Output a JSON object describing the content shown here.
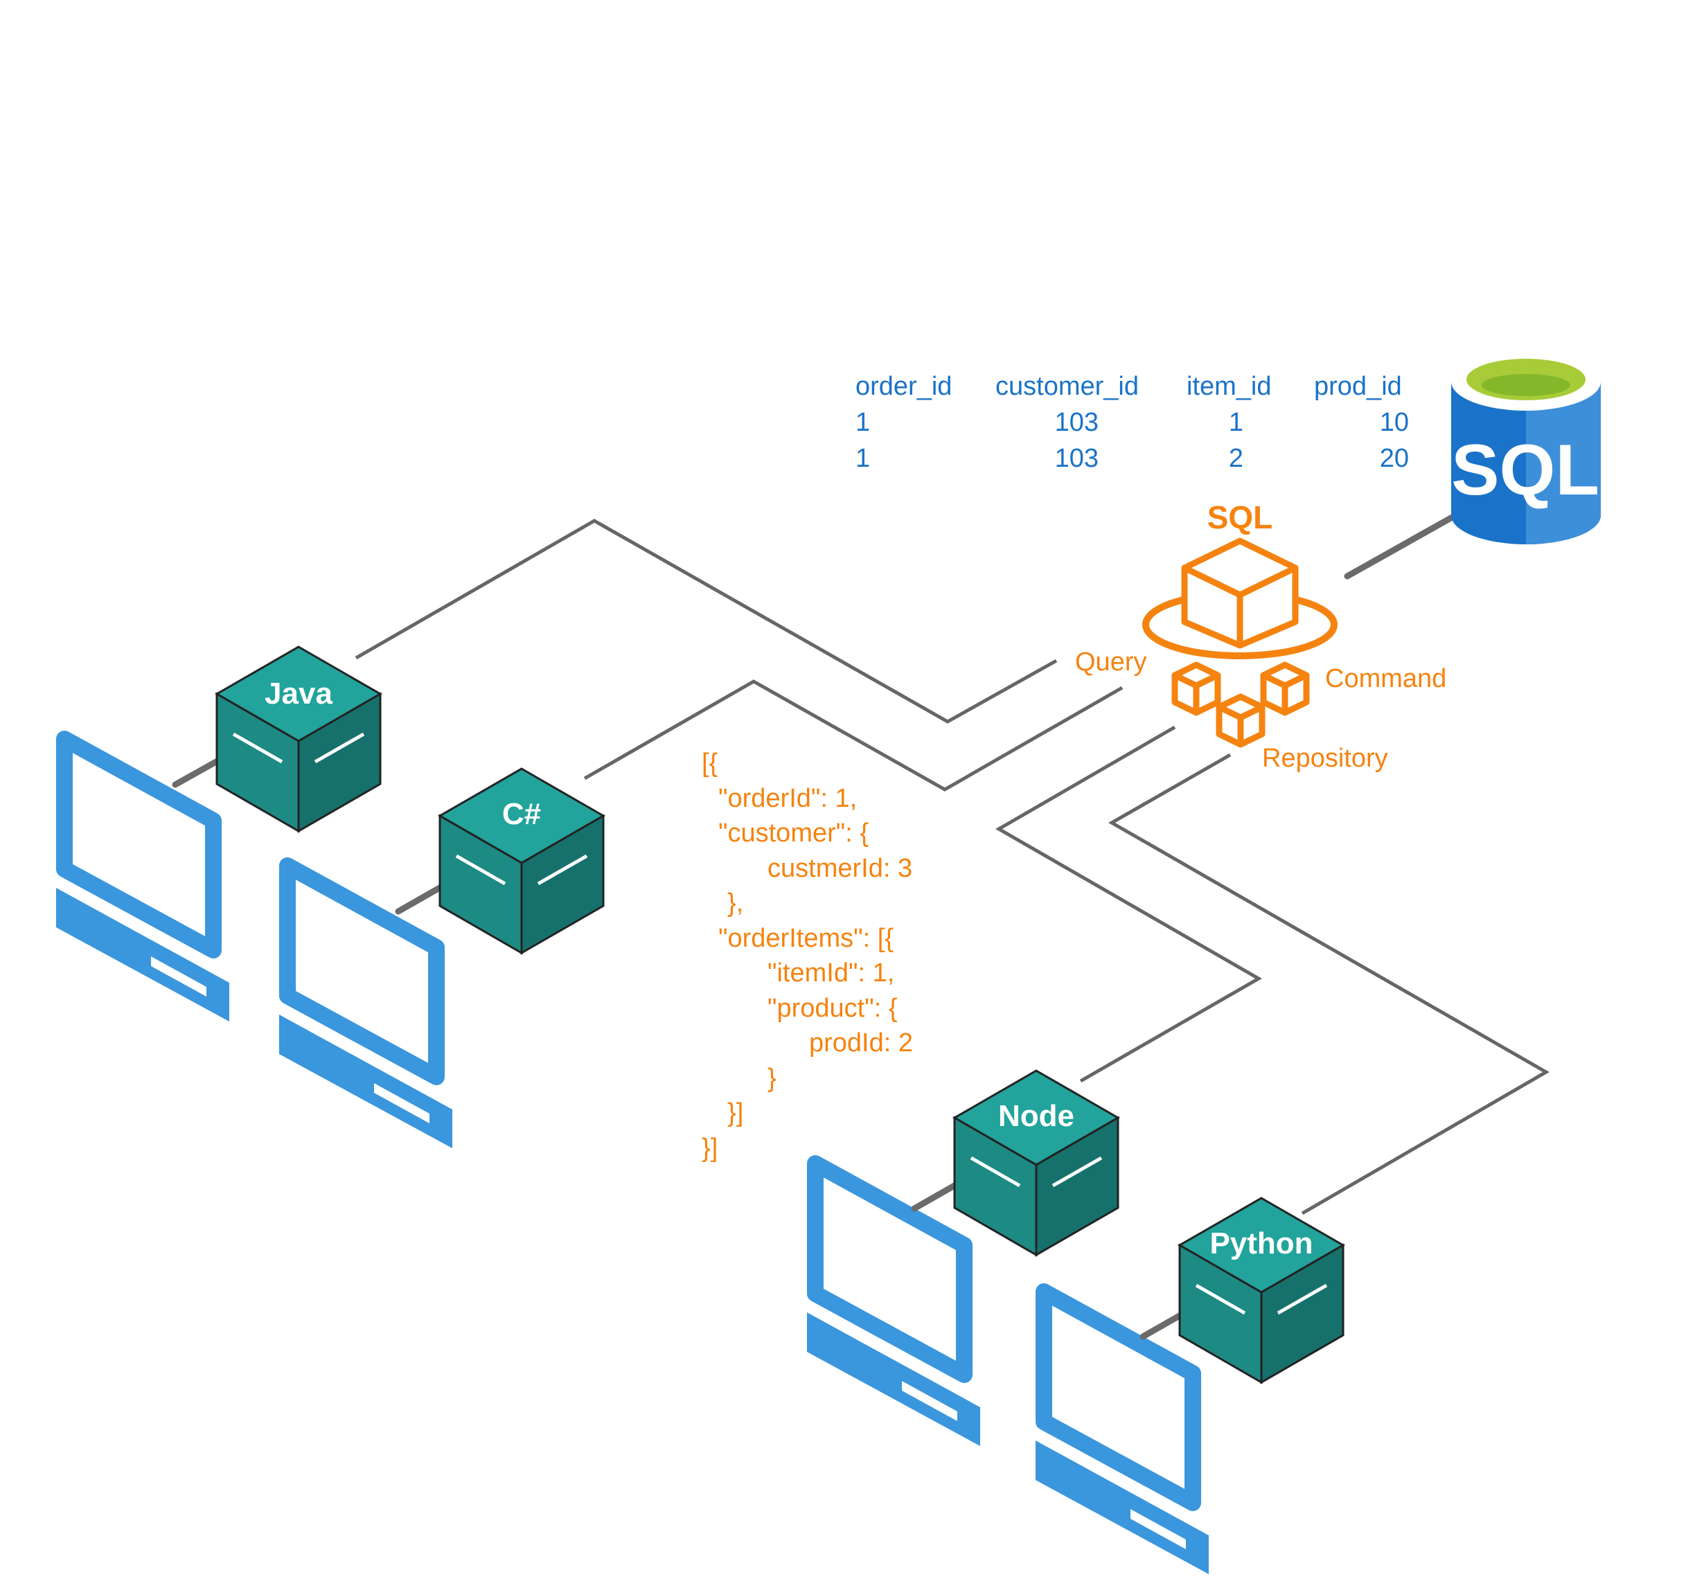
{
  "table": {
    "headers": [
      "order_id",
      "customer_id",
      "item_id",
      "prod_id"
    ],
    "rows": [
      [
        "1",
        "103",
        "1",
        "10"
      ],
      [
        "1",
        "103",
        "2",
        "20"
      ]
    ]
  },
  "database": {
    "label": "SQL",
    "colors": {
      "body": "#1a73c8",
      "top": "#8cc63f"
    }
  },
  "orm": {
    "title": "SQL",
    "query_label": "Query",
    "command_label": "Command",
    "repository_label": "Repository",
    "color": "#f5830f"
  },
  "json_snippet": [
    "[{",
    "\"orderId\": 1,",
    "\"customer\": {",
    "custmerId: 3",
    "},",
    "\"orderItems\": [{",
    "\"itemId\": 1,",
    "\"product\": {",
    "prodId: 2",
    "}",
    "}]",
    "}]"
  ],
  "clients": [
    {
      "label": "Java"
    },
    {
      "label": "C#"
    },
    {
      "label": "Node"
    },
    {
      "label": "Python"
    }
  ],
  "colors": {
    "node_teal": "#1f9e96",
    "pc_blue": "#3a96dd",
    "wire": "#666666"
  }
}
